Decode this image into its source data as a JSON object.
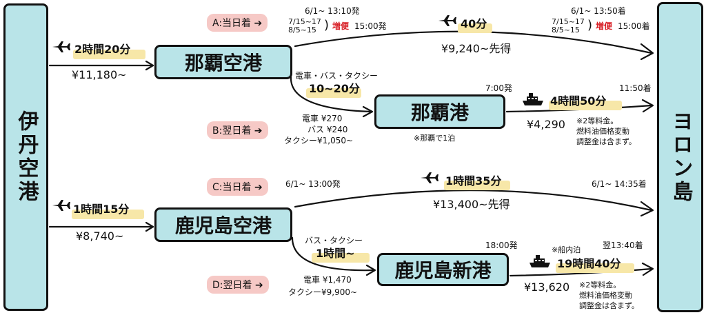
{
  "nodes": {
    "itami": "伊丹空港",
    "yoron": "ヨロン島",
    "naha_airport": "那覇空港",
    "naha_port": "那覇港",
    "kagoshima_airport": "鹿児島空港",
    "kagoshima_port": "鹿児島新港"
  },
  "routes": {
    "A": {
      "label": "A:当日着 ➔"
    },
    "B": {
      "label": "B:翌日着 ➔"
    },
    "C": {
      "label": "C:当日着 ➔"
    },
    "D": {
      "label": "D:翌日着 ➔"
    }
  },
  "itami_naha": {
    "duration": "2時間20分",
    "price": "¥11,180~"
  },
  "itami_kagoshima": {
    "duration": "1時間15分",
    "price": "¥8,740~"
  },
  "naha_yoron": {
    "depart_l1": "6/1~ 13:10発",
    "depart_l2a": "7/15~17",
    "depart_l2b": "8/5~15",
    "depart_extra": "増便",
    "depart_extra_time": "15:00発",
    "duration": "40分",
    "price": "¥9,240~先得",
    "arrive_l1": "6/1~ 13:50着",
    "arrive_l2a": "7/15~17",
    "arrive_l2b": "8/5~15",
    "arrive_extra": "増便",
    "arrive_extra_time": "15:00着"
  },
  "naha_transfer": {
    "mode": "電車・バス・タクシー",
    "duration": "10~20分",
    "fare_1": "電車 ¥270",
    "fare_2": "バス ¥240",
    "fare_3": "タクシー¥1,050~",
    "note": "※那覇で1泊"
  },
  "naha_ferry": {
    "depart": "7:00発",
    "arrive": "11:50着",
    "duration": "4時間50分",
    "price": "¥4,290",
    "note_1": "※2等料金。",
    "note_2": "燃料油価格変動",
    "note_3": "調整金は含まず。"
  },
  "kagoshima_yoron": {
    "depart": "6/1~ 13:00発",
    "duration": "1時間35分",
    "price": "¥13,400~先得",
    "arrive": "6/1~ 14:35着"
  },
  "kagoshima_transfer": {
    "mode": "バス・タクシー",
    "duration": "1時間~",
    "fare_1": "電車 ¥1,470",
    "fare_2": "タクシー¥9,900~"
  },
  "kagoshima_ferry": {
    "depart": "18:00発",
    "onboard": "※船内泊",
    "arrive": "翌13:40着",
    "duration": "19時間40分",
    "price": "¥13,620",
    "note_1": "※2等料金。",
    "note_2": "燃料油価格変動",
    "note_3": "調整金は含まず。"
  },
  "colors": {
    "node_fill": "#b9e4e8",
    "pill": "#f6c9c6",
    "highlight": "#f7e7a8",
    "accent_red": "#d81f26"
  },
  "icons": [
    "airplane-icon",
    "ferry-icon",
    "arrow-icon"
  ]
}
